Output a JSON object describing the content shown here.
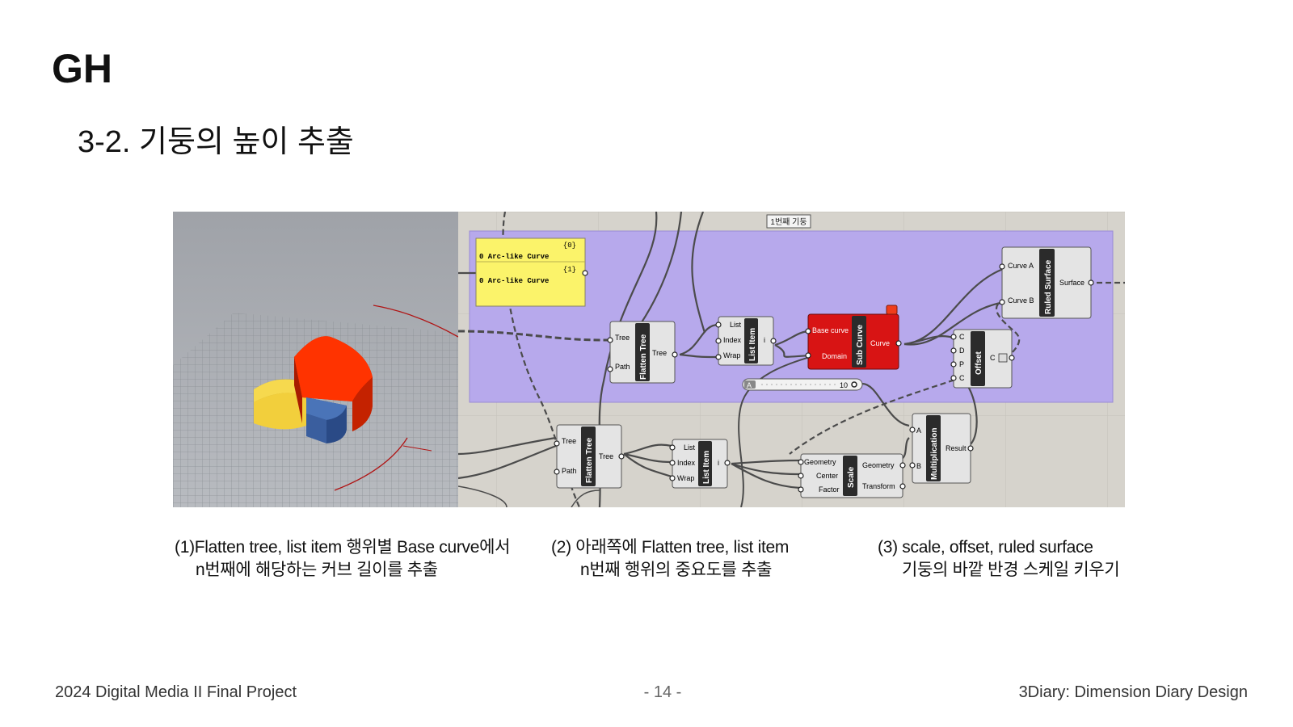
{
  "title": "GH",
  "subtitle": "3-2. 기둥의 높이 추출",
  "canvas": {
    "group_label": "1번째 기둥",
    "panel": {
      "path0": "{0}",
      "item0": "0 Arc-like Curve",
      "path1": "{1}",
      "item1": "0 Arc-like Curve"
    },
    "flatten_top": {
      "name": "Flatten Tree",
      "in1": "Tree",
      "in2": "Path",
      "out": "Tree"
    },
    "list_top": {
      "name": "List Item",
      "in1": "List",
      "in2": "Index",
      "in3": "Wrap",
      "out": "i"
    },
    "subcurve": {
      "name": "Sub Curve",
      "in1": "Base curve",
      "in2": "Domain",
      "out": "Curve"
    },
    "ruled": {
      "name": "Ruled Surface",
      "in1": "Curve A",
      "in2": "Curve B",
      "out": "Surface"
    },
    "offset": {
      "name": "Offset",
      "in1": "C",
      "in2": "D",
      "in3": "P",
      "in4": "C",
      "out": "C"
    },
    "slider": {
      "label": "A",
      "value": "10"
    },
    "flatten_bottom": {
      "name": "Flatten Tree",
      "in1": "Tree",
      "in2": "Path",
      "out": "Tree"
    },
    "list_bottom": {
      "name": "List Item",
      "in1": "List",
      "in2": "Index",
      "in3": "Wrap",
      "out": "i"
    },
    "scale": {
      "name": "Scale",
      "in1": "Geometry",
      "in2": "Center",
      "in3": "Factor",
      "out1": "Geometry",
      "out2": "Transform"
    },
    "mult": {
      "name": "Multiplication",
      "in1": "A",
      "in2": "B",
      "out": "Result"
    }
  },
  "captions": [
    {
      "line1": "(1)Flatten tree, list item 행위별 Base curve에서",
      "line2": "n번째에 해당하는 커브 길이를 추출"
    },
    {
      "line1": "(2) 아래쪽에 Flatten tree, list item",
      "line2": "n번째 행위의 중요도를 추출"
    },
    {
      "line1": "(3) scale, offset, ruled surface",
      "line2": "기둥의 바깥 반경 스케일 키우기"
    }
  ],
  "footer": {
    "left": "2024  Digital Media II  Final Project",
    "center": "- 14 -",
    "right": "3Diary: Dimension Diary Design"
  },
  "colors": {
    "group": "#b7a9ec",
    "panel": "#fbf36a",
    "subcurve": "#d81414",
    "viewport_bg": "#a9acb1",
    "pie_red": "#e02b00",
    "pie_yellow": "#f2cf3c",
    "pie_blue": "#3f67a8"
  }
}
